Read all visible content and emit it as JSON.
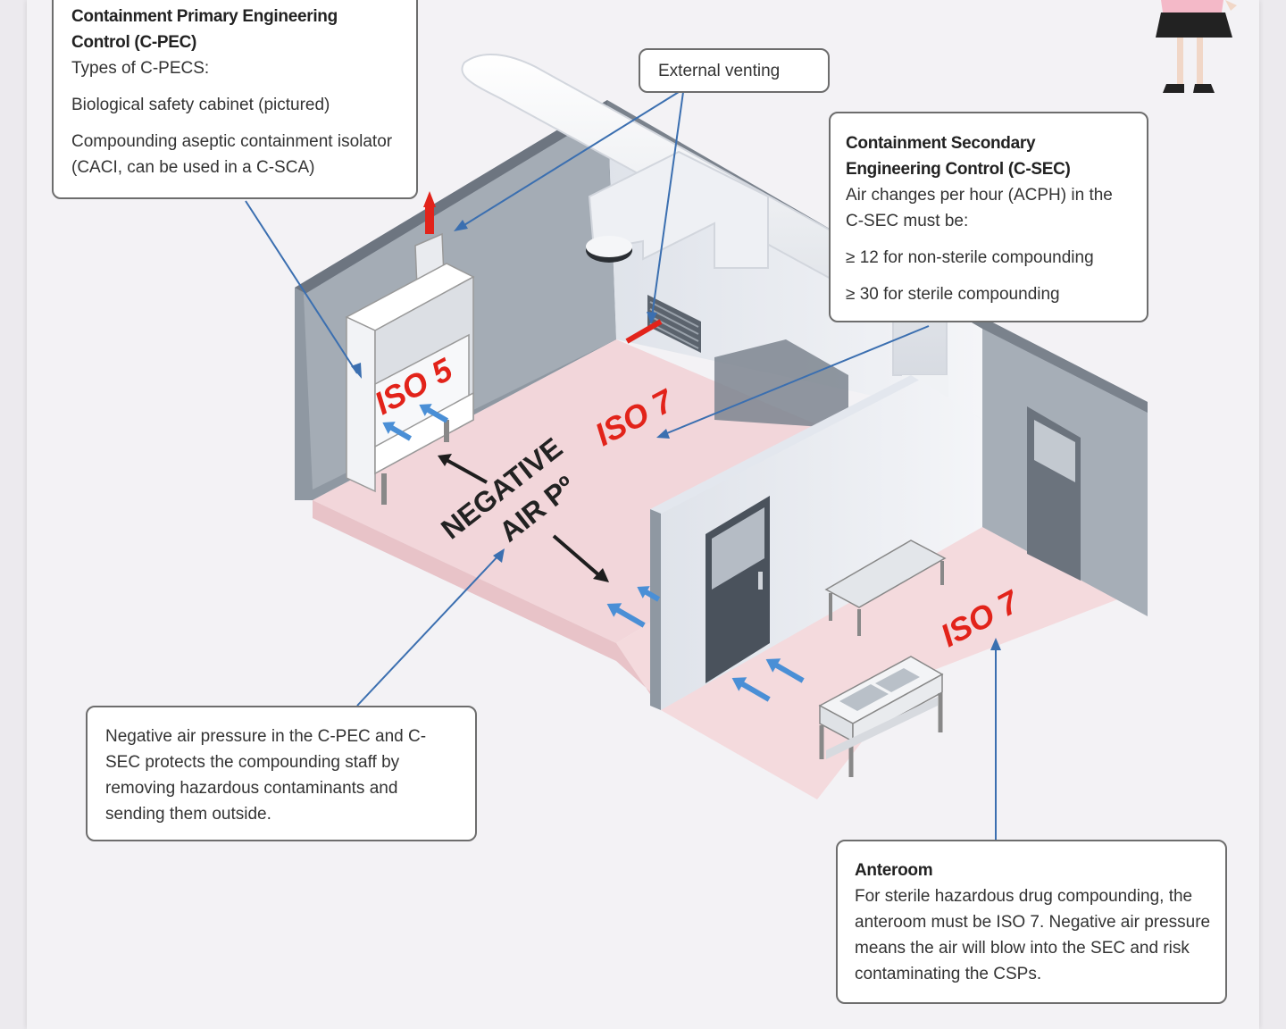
{
  "cpec_box": {
    "title": "Containment Primary Engineering Control (C-PEC)",
    "subtitle": "Types of C-PECS:",
    "item_1": "Biological safety cabinet (pictured)",
    "item_2": "Compounding aseptic containment isolator (CACI, can be used in a C-SCA)"
  },
  "external_venting_box": {
    "label": "External venting"
  },
  "csec_box": {
    "title": "Containment Secondary Engineering Control (C-SEC)",
    "line_1": "Air changes per hour (ACPH) in the C-SEC must be:",
    "line_2": "≥ 12 for non-sterile compounding",
    "line_3": "≥ 30 for sterile compounding"
  },
  "negative_pressure_box": {
    "text": "Negative air pressure in the C-PEC and C-SEC protects the compounding staff by removing hazardous contaminants and sending them outside."
  },
  "anteroom_box": {
    "title": "Anteroom",
    "text": "For sterile hazardous drug compounding, the anteroom must be ISO 7. Negative air pressure means the air will blow into the SEC and risk contaminating the CSPs."
  },
  "diagram_labels": {
    "iso_5": "ISO 5",
    "iso_7_room": "ISO 7",
    "iso_7_anteroom": "ISO 7",
    "negative_line_1": "NEGATIVE",
    "negative_line_2": "AIR Pº"
  },
  "colors": {
    "floor_pink": "#f2d6da",
    "wall_grey": "#9aa2ab",
    "iso_red": "#e2231a",
    "arrow_blue": "#4a8fd6",
    "pointer_line": "#3b6fb0"
  }
}
